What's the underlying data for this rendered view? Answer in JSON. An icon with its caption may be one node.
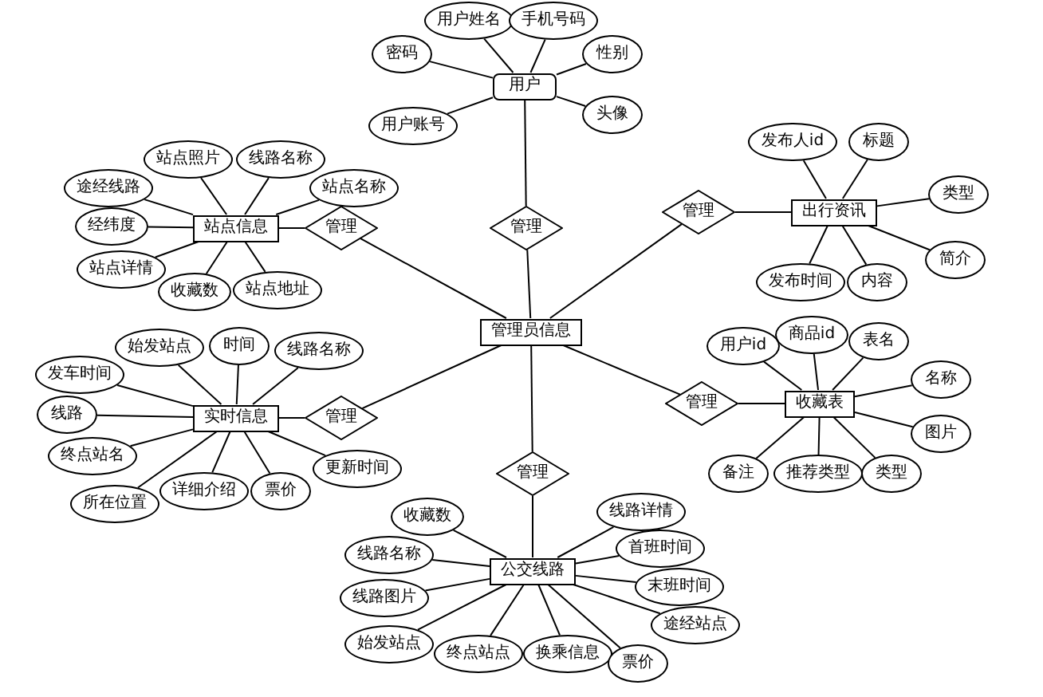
{
  "diagram": {
    "nodes": [
      {
        "text": [
          "管理员信息"
        ]
      },
      {
        "text": [
          "用户"
        ]
      },
      {
        "text": [
          "用户姓名"
        ]
      },
      {
        "text": [
          "手机号码"
        ]
      },
      {
        "text": [
          "密码"
        ]
      },
      {
        "text": [
          "性别"
        ]
      },
      {
        "text": [
          "头像"
        ]
      },
      {
        "text": [
          "用户账号"
        ]
      },
      {
        "text": [
          "管理"
        ]
      },
      {
        "text": [
          "站点信息"
        ]
      },
      {
        "text": [
          "站点照片"
        ]
      },
      {
        "text": [
          "线路名称"
        ]
      },
      {
        "text": [
          "途经线路"
        ]
      },
      {
        "text": [
          "站点名称"
        ]
      },
      {
        "text": [
          "经纬度"
        ]
      },
      {
        "text": [
          "站点详情"
        ]
      },
      {
        "text": [
          "收藏数"
        ]
      },
      {
        "text": [
          "站点地址"
        ]
      },
      {
        "text": [
          "管理"
        ]
      },
      {
        "text": [
          "出行资讯"
        ]
      },
      {
        "text": [
          "发布人id"
        ]
      },
      {
        "text": [
          "标题"
        ]
      },
      {
        "text": [
          "类型"
        ]
      },
      {
        "text": [
          "简介"
        ]
      },
      {
        "text": [
          "发布时间"
        ]
      },
      {
        "text": [
          "内容"
        ]
      },
      {
        "text": [
          "管理"
        ]
      },
      {
        "text": [
          "实时信息"
        ]
      },
      {
        "text": [
          "时间"
        ]
      },
      {
        "text": [
          "始发站点"
        ]
      },
      {
        "text": [
          "线路名称"
        ]
      },
      {
        "text": [
          "发车时间"
        ]
      },
      {
        "text": [
          "线路"
        ]
      },
      {
        "text": [
          "终点站名"
        ]
      },
      {
        "text": [
          "更新时间"
        ]
      },
      {
        "text": [
          "详细介绍"
        ]
      },
      {
        "text": [
          "票价"
        ]
      },
      {
        "text": [
          "所在位置"
        ]
      },
      {
        "text": [
          "管理"
        ]
      },
      {
        "text": [
          "收藏表"
        ]
      },
      {
        "text": [
          "商品id"
        ]
      },
      {
        "text": [
          "表名"
        ]
      },
      {
        "text": [
          "用户id"
        ]
      },
      {
        "text": [
          "名称"
        ]
      },
      {
        "text": [
          "图片"
        ]
      },
      {
        "text": [
          "备注"
        ]
      },
      {
        "text": [
          "推荐类型"
        ]
      },
      {
        "text": [
          "类型"
        ]
      },
      {
        "text": [
          "管理"
        ]
      },
      {
        "text": [
          "管理"
        ]
      },
      {
        "text": [
          "公交线路"
        ]
      },
      {
        "text": [
          "收藏数"
        ]
      },
      {
        "text": [
          "线路详情"
        ]
      },
      {
        "text": [
          "线路名称"
        ]
      },
      {
        "text": [
          "首班时间"
        ]
      },
      {
        "text": [
          "末班时间"
        ]
      },
      {
        "text": [
          "线路图片"
        ]
      },
      {
        "text": [
          "途经站点"
        ]
      },
      {
        "text": [
          "始发站点"
        ]
      },
      {
        "text": [
          "终点站点"
        ]
      },
      {
        "text": [
          "换乘信息"
        ]
      },
      {
        "text": [
          "票价"
        ]
      }
    ],
    "edges": [
      {
        "from": 2,
        "to": 1,
        "arrow": "none"
      },
      {
        "from": 3,
        "to": 1,
        "arrow": "none"
      },
      {
        "from": 4,
        "to": 1,
        "arrow": "none"
      },
      {
        "from": 5,
        "to": 1,
        "arrow": "none"
      },
      {
        "from": 6,
        "to": 1,
        "arrow": "none"
      },
      {
        "from": 7,
        "to": 1,
        "arrow": "none"
      },
      {
        "from": 1,
        "to": 8,
        "arrow": "none"
      },
      {
        "from": 8,
        "to": 0,
        "arrow": "none"
      },
      {
        "from": 10,
        "to": 9,
        "arrow": "none"
      },
      {
        "from": 11,
        "to": 9,
        "arrow": "none"
      },
      {
        "from": 12,
        "to": 9,
        "arrow": "none"
      },
      {
        "from": 13,
        "to": 9,
        "arrow": "none"
      },
      {
        "from": 14,
        "to": 9,
        "arrow": "none"
      },
      {
        "from": 15,
        "to": 9,
        "arrow": "none"
      },
      {
        "from": 16,
        "to": 9,
        "arrow": "none"
      },
      {
        "from": 17,
        "to": 9,
        "arrow": "none"
      },
      {
        "from": 9,
        "to": 18,
        "arrow": "none"
      },
      {
        "from": 18,
        "to": 0,
        "arrow": "none"
      },
      {
        "from": 20,
        "to": 19,
        "arrow": "none"
      },
      {
        "from": 21,
        "to": 19,
        "arrow": "none"
      },
      {
        "from": 22,
        "to": 19,
        "arrow": "none"
      },
      {
        "from": 23,
        "to": 19,
        "arrow": "none"
      },
      {
        "from": 24,
        "to": 19,
        "arrow": "none"
      },
      {
        "from": 25,
        "to": 19,
        "arrow": "none"
      },
      {
        "from": 19,
        "to": 26,
        "arrow": "none"
      },
      {
        "from": 26,
        "to": 0,
        "arrow": "none"
      },
      {
        "from": 28,
        "to": 27,
        "arrow": "none"
      },
      {
        "from": 29,
        "to": 27,
        "arrow": "none"
      },
      {
        "from": 30,
        "to": 27,
        "arrow": "none"
      },
      {
        "from": 31,
        "to": 27,
        "arrow": "none"
      },
      {
        "from": 32,
        "to": 27,
        "arrow": "none"
      },
      {
        "from": 33,
        "to": 27,
        "arrow": "none"
      },
      {
        "from": 34,
        "to": 27,
        "arrow": "none"
      },
      {
        "from": 35,
        "to": 27,
        "arrow": "none"
      },
      {
        "from": 36,
        "to": 27,
        "arrow": "none"
      },
      {
        "from": 37,
        "to": 27,
        "arrow": "none"
      },
      {
        "from": 27,
        "to": 38,
        "arrow": "none"
      },
      {
        "from": 38,
        "to": 0,
        "arrow": "none"
      },
      {
        "from": 40,
        "to": 39,
        "arrow": "none"
      },
      {
        "from": 41,
        "to": 39,
        "arrow": "none"
      },
      {
        "from": 42,
        "to": 39,
        "arrow": "none"
      },
      {
        "from": 43,
        "to": 39,
        "arrow": "none"
      },
      {
        "from": 44,
        "to": 39,
        "arrow": "none"
      },
      {
        "from": 45,
        "to": 39,
        "arrow": "none"
      },
      {
        "from": 46,
        "to": 39,
        "arrow": "none"
      },
      {
        "from": 47,
        "to": 39,
        "arrow": "none"
      },
      {
        "from": 39,
        "to": 48,
        "arrow": "none"
      },
      {
        "from": 48,
        "to": 0,
        "arrow": "none"
      },
      {
        "from": 0,
        "to": 49,
        "arrow": "none"
      },
      {
        "from": 49,
        "to": 50,
        "arrow": "none"
      },
      {
        "from": 51,
        "to": 50,
        "arrow": "none"
      },
      {
        "from": 52,
        "to": 50,
        "arrow": "none"
      },
      {
        "from": 53,
        "to": 50,
        "arrow": "none"
      },
      {
        "from": 54,
        "to": 50,
        "arrow": "none"
      },
      {
        "from": 55,
        "to": 50,
        "arrow": "none"
      },
      {
        "from": 56,
        "to": 50,
        "arrow": "none"
      },
      {
        "from": 57,
        "to": 50,
        "arrow": "none"
      },
      {
        "from": 58,
        "to": 50,
        "arrow": "none"
      },
      {
        "from": 59,
        "to": 50,
        "arrow": "none"
      },
      {
        "from": 60,
        "to": 50,
        "arrow": "none"
      },
      {
        "from": 61,
        "to": 50,
        "arrow": "none"
      }
    ]
  }
}
